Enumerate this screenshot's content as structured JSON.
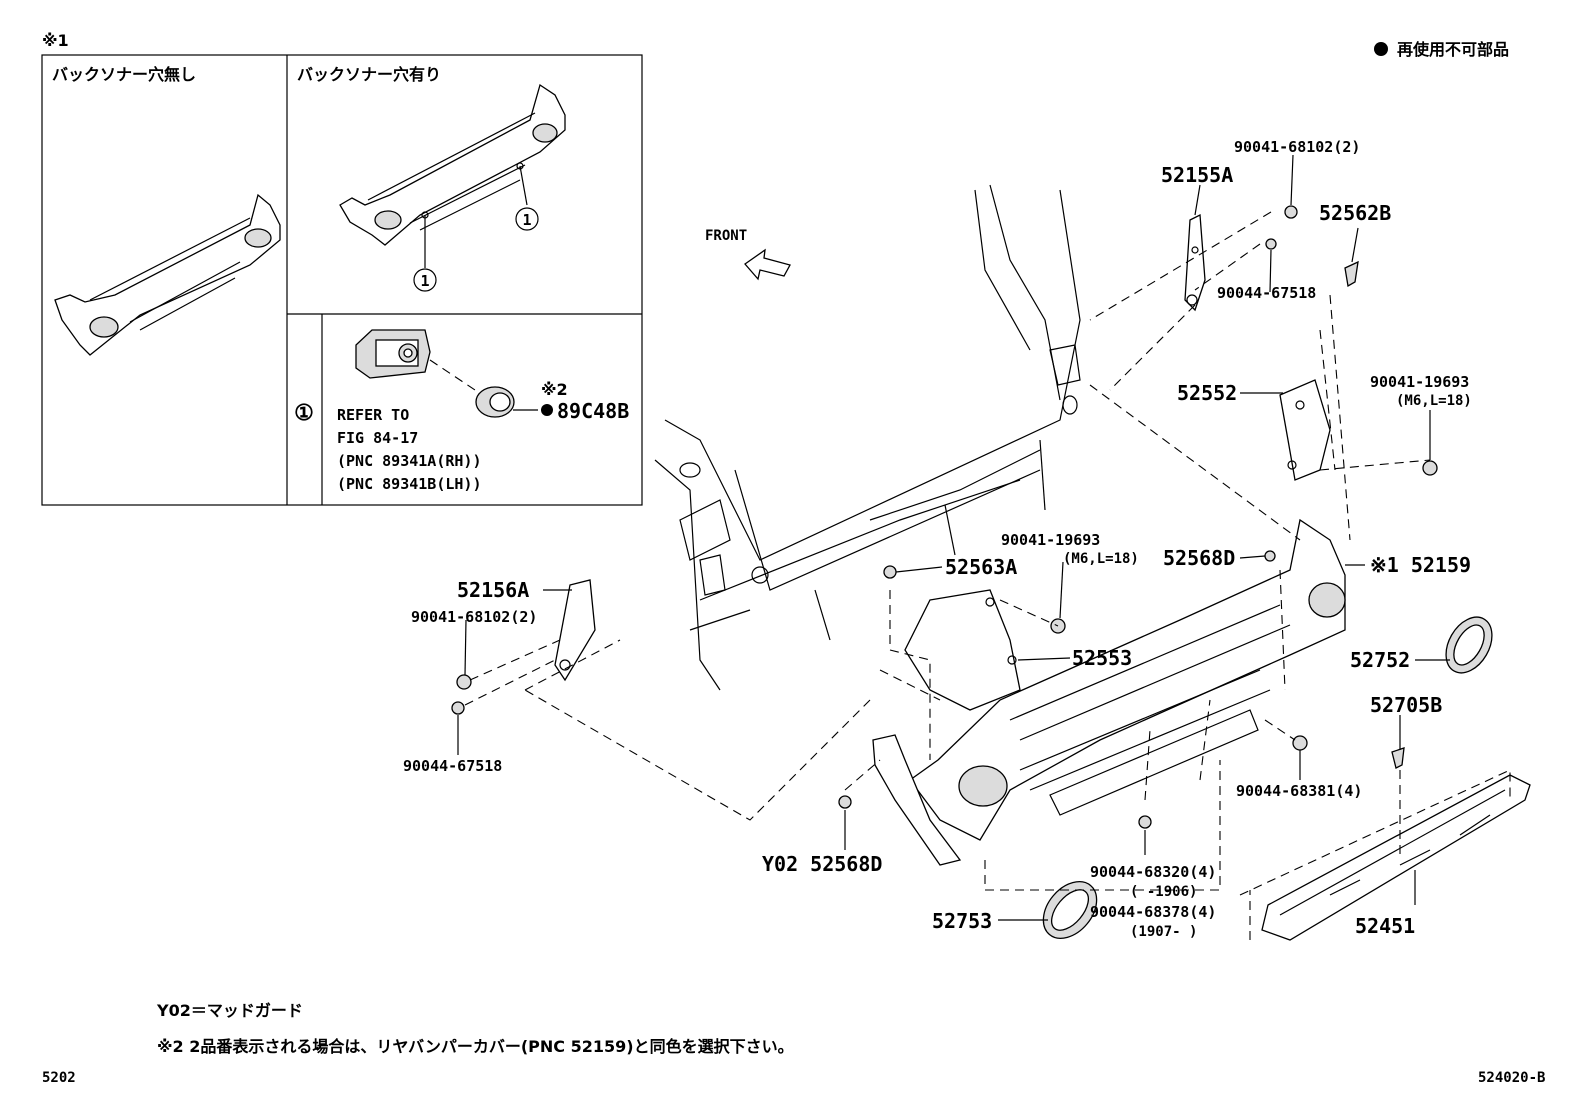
{
  "header": {
    "inset_mark": "※1",
    "legend_text": "再使用不可部品"
  },
  "inset": {
    "left_title": "バックソナー穴無し",
    "right_title": "バックソナー穴有り",
    "circled_ref": "①",
    "note2_mark": "※2",
    "part_89c48b": "89C48B",
    "refer_lines": [
      "REFER TO",
      "FIG 84-17",
      "(PNC 89341A(RH))",
      "(PNC 89341B(LH))"
    ]
  },
  "direction": {
    "front_label": "FRONT"
  },
  "callouts": {
    "p52155A": "52155A",
    "p90041_68102_2_top": "90041-68102(2)",
    "p52562B": "52562B",
    "p90044_67518_top": "90044-67518",
    "p52552": "52552",
    "p90041_19693_right": "90041-19693",
    "p90041_19693_right_sub": "(M6,L=18)",
    "p90041_19693_mid": "90041-19693",
    "p90041_19693_mid_sub": "(M6,L=18)",
    "p52563A": "52563A",
    "p52568D_top": "52568D",
    "p52159": "※1 52159",
    "p52156A": "52156A",
    "p90041_68102_2_left": "90041-68102(2)",
    "p52553": "52553",
    "p52752": "52752",
    "p90044_67518_left": "90044-67518",
    "p52705B": "52705B",
    "p90044_68381_4": "90044-68381(4)",
    "pY02_52568D": "Y02  52568D",
    "p90044_68320_4": "90044-68320(4)",
    "p90044_68320_sub": "(    -1906)",
    "p90044_68378_4": "90044-68378(4)",
    "p90044_68378_sub": "(1907-    )",
    "p52753": "52753",
    "p52451": "52451"
  },
  "footer": {
    "note_y02": "Y02＝マッドガード",
    "note_2": "※2 2品番表示される場合は、リヤバンパーカバー(PNC 52159)と同色を選択下さい。",
    "page_left": "5202",
    "page_right": "524020-B"
  }
}
